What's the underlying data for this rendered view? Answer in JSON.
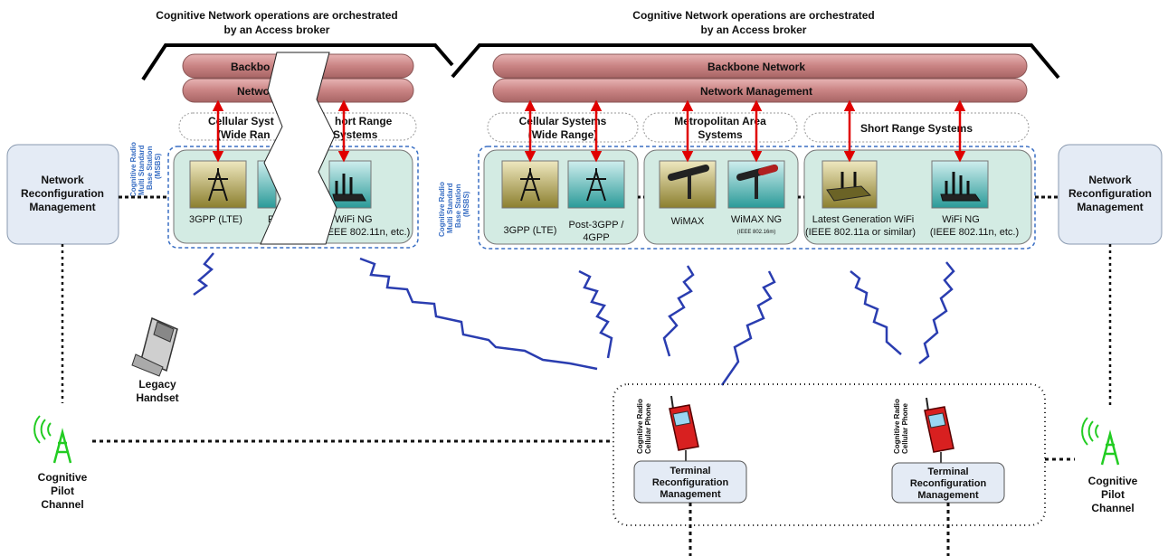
{
  "header": {
    "left_caption_line1": "Cognitive Network operations are orchestrated",
    "left_caption_line2": "by an Access broker",
    "right_caption_line1": "Cognitive Network operations are orchestrated",
    "right_caption_line2": "by an Access broker"
  },
  "left_section": {
    "backbone_fragment": "Backbo",
    "netmgmt_fragment": "Netwo",
    "cellular_line1": "Cellular Syst",
    "cellular_line2": "(Wide Ran",
    "shortrange_line1": "hort Range",
    "shortrange_line2": "Systems",
    "station_tag": [
      "Cognitive Radio",
      "Multi Standard",
      "Base Station",
      "(MSBS)"
    ],
    "tech1": "3GPP (LTE)",
    "tech2_fragment": "Po",
    "tech3_line1": "WiFi NG",
    "tech3_line2": "(IEEE 802.11n, etc.)"
  },
  "right_section": {
    "backbone": "Backbone Network",
    "netmgmt": "Network Management",
    "groups": [
      {
        "line1": "Cellular Systems",
        "line2": "(Wide Range)"
      },
      {
        "line1": "Metropolitan Area",
        "line2": "Systems"
      },
      {
        "line1": "Short Range Systems",
        "line2": ""
      }
    ],
    "station_tag": [
      "Cognitive Radio",
      "Multi Standard",
      "Base Station",
      "(MSBS)"
    ],
    "techs": [
      {
        "line1": "3GPP (LTE)",
        "line2": "",
        "line3": ""
      },
      {
        "line1": "Post-3GPP /",
        "line2": "4GPP",
        "line3": ""
      },
      {
        "line1": "WiMAX",
        "line2": "",
        "line3": ""
      },
      {
        "line1": "WiMAX NG",
        "line2": "",
        "line3": "(IEEE 802.16m)"
      },
      {
        "line1": "Latest Generation WiFi",
        "line2": "(IEEE 802.11a or similar)",
        "line3": ""
      },
      {
        "line1": "WiFi NG",
        "line2": "(IEEE 802.11n, etc.)",
        "line3": ""
      }
    ]
  },
  "side_boxes": {
    "left": [
      "Network",
      "Reconfiguration",
      "Management"
    ],
    "right": [
      "Network",
      "Reconfiguration",
      "Management"
    ]
  },
  "legacy": [
    "Legacy",
    "Handset"
  ],
  "pilot_left": [
    "Cognitive",
    "Pilot",
    "Channel"
  ],
  "pilot_right": [
    "Cognitive",
    "Pilot",
    "Channel"
  ],
  "terminals": [
    {
      "phone_tag": [
        "Cognitive Radio",
        "Cellular Phone"
      ],
      "box": [
        "Terminal",
        "Reconfiguration",
        "Management"
      ]
    },
    {
      "phone_tag": [
        "Cognitive Radio",
        "Cellular Phone"
      ],
      "box": [
        "Terminal",
        "Reconfiguration",
        "Management"
      ]
    }
  ],
  "colors": {
    "bar_fill": "#c98383",
    "arrow": "#e00000",
    "station_fill": "#d3ebe3",
    "station_border": "#3a6fc4",
    "mgmt_box": "#e4ebf5",
    "wave": "#2a3db0",
    "antenna": "#22cc22"
  }
}
